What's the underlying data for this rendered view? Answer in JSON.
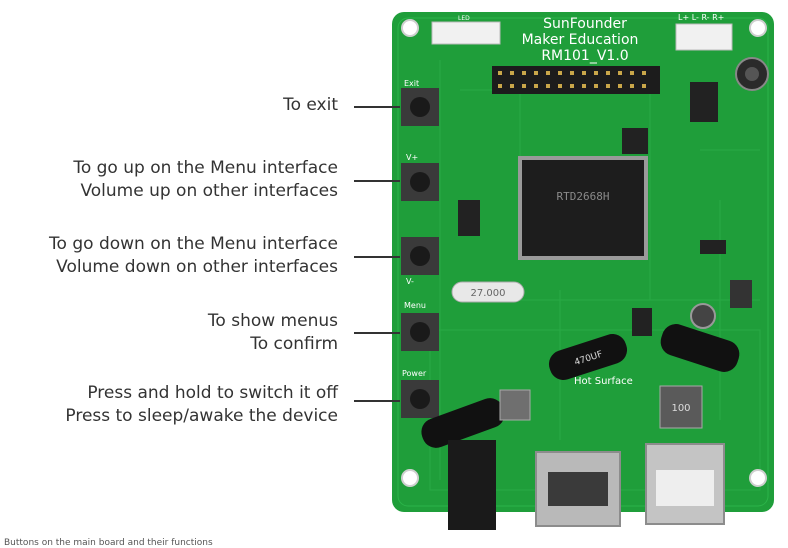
{
  "board": {
    "brand_line1": "SunFounder",
    "brand_line2": "Maker Education",
    "model": "RM101_V1.0",
    "chip_label": "RTD2668H",
    "crystal_label": "27.000",
    "capacitor_label": "470UF",
    "inductor_label": "100",
    "hot_surface_label": "Hot Surface",
    "silk_exit": "Exit",
    "silk_vplus": "V+",
    "silk_vminus": "V-",
    "silk_menu": "Menu",
    "silk_power": "Power",
    "led_header_label": "LED",
    "speaker_header_label": "L+ L- R- R+"
  },
  "annotations": [
    {
      "lines": [
        "To exit"
      ]
    },
    {
      "lines": [
        "To go up on the Menu interface",
        "Volume up on other interfaces"
      ]
    },
    {
      "lines": [
        "To go down on the Menu interface",
        "Volume down on other interfaces"
      ]
    },
    {
      "lines": [
        "To show menus",
        "To confirm"
      ]
    },
    {
      "lines": [
        "Press and hold to switch it off",
        "Press to sleep/awake the device"
      ]
    }
  ],
  "caption": "Buttons on the main board and their functions",
  "colors": {
    "pcb": "#1f9e3a",
    "pcb_dark": "#17832d",
    "silkscreen": "#ffffff",
    "annotation_text": "#333333"
  }
}
